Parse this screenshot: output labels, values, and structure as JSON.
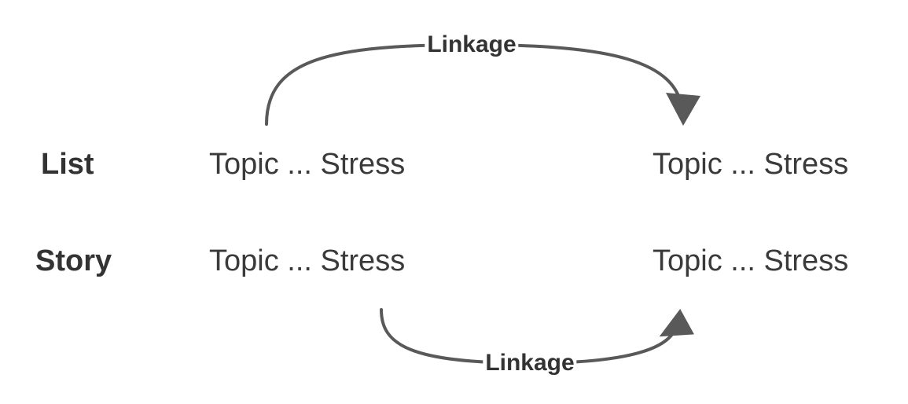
{
  "diagram": {
    "type": "flow-diagram",
    "background_color": "#ffffff",
    "stroke_color": "#595959",
    "text_color": "#3a3a3a",
    "label_color": "#333333",
    "rows": [
      {
        "label": "List",
        "left_cell": "Topic ... Stress",
        "right_cell": "Topic ... Stress"
      },
      {
        "label": "Story",
        "left_cell": "Topic ... Stress",
        "right_cell": "Topic ... Stress"
      }
    ],
    "edges": [
      {
        "name": "top-linkage",
        "label": "Linkage",
        "direction": "left-to-right",
        "arrow_position": "end",
        "arc": "above"
      },
      {
        "name": "bottom-linkage",
        "label": "Linkage",
        "direction": "left-to-right",
        "arrow_position": "end",
        "arc": "below"
      }
    ]
  }
}
